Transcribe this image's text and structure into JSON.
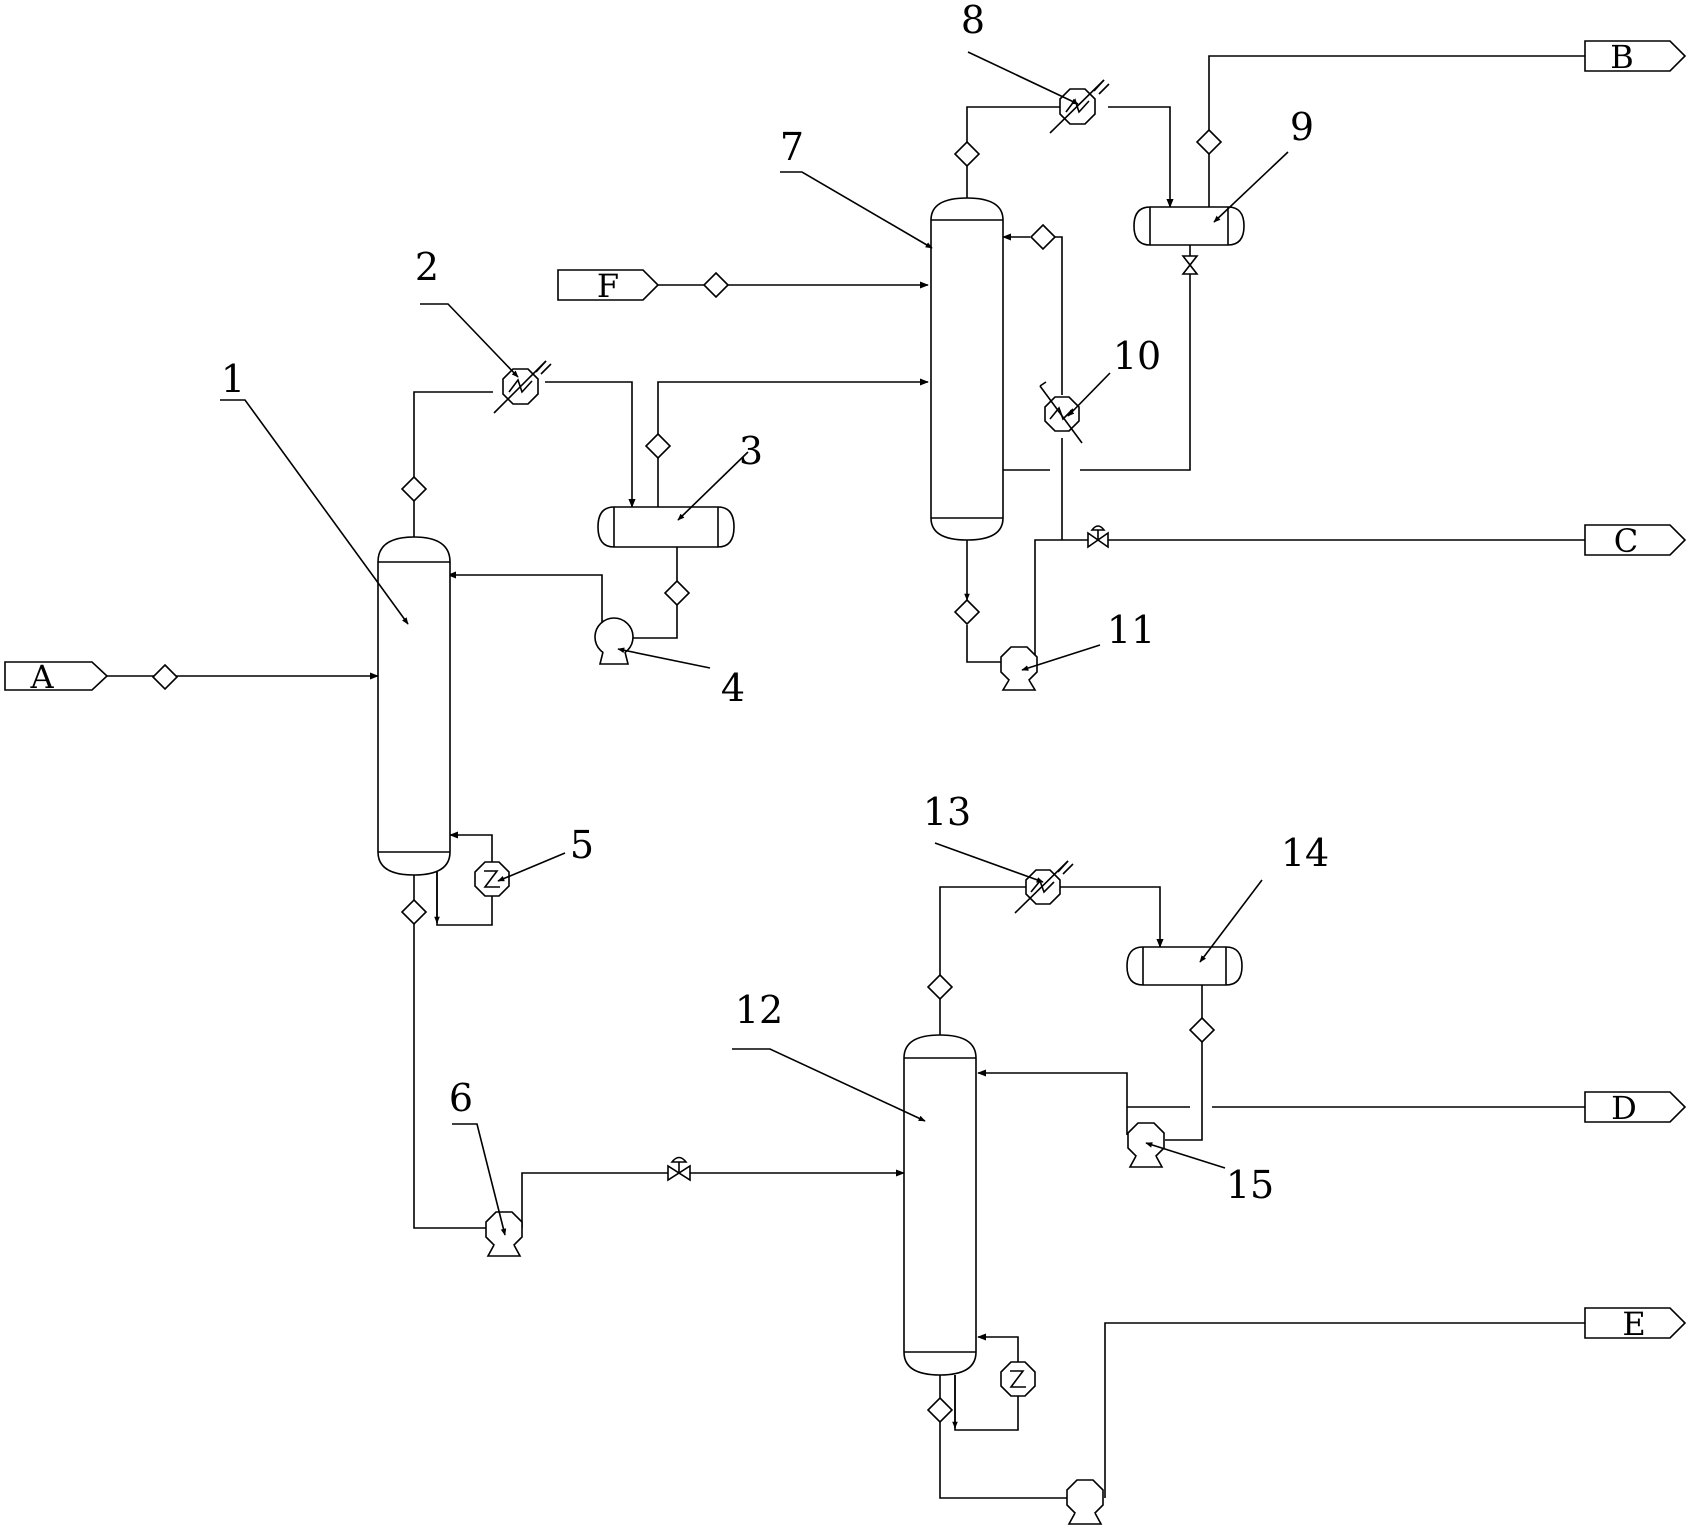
{
  "streams": {
    "A": "A",
    "B": "B",
    "C": "C",
    "D": "D",
    "E": "E",
    "F": "F"
  },
  "equipment": {
    "n1": "1",
    "n2": "2",
    "n3": "3",
    "n4": "4",
    "n5": "5",
    "n6": "6",
    "n7": "7",
    "n8": "8",
    "n9": "9",
    "n10": "10",
    "n11": "11",
    "n12": "12",
    "n13": "13",
    "n14": "14",
    "n15": "15"
  }
}
